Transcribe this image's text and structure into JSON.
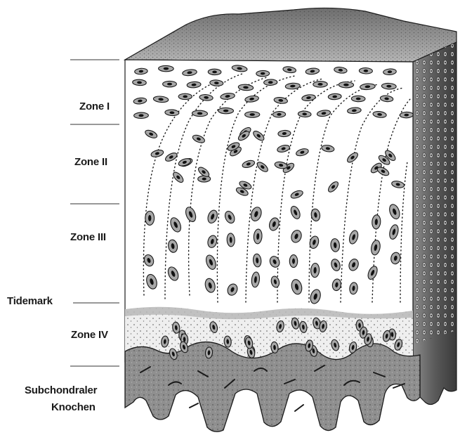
{
  "labels": {
    "zone1": "Zone I",
    "zone2": "Zone II",
    "zone3": "Zone III",
    "tidemark": "Tidemark",
    "zone4": "Zone IV",
    "bone_line1": "Subchondraler",
    "bone_line2": "Knochen"
  },
  "colors": {
    "cartilage": "#ffffff",
    "zone4_fill": "#ececec",
    "tidemark_band": "#b9b9b9",
    "bone_fill": "#8a8a8a",
    "side_face": "#6a6a6a",
    "top_face": "#9a9a9a",
    "cell_fill": "#a8a8a8",
    "nucleus": "#111111",
    "outline": "#1a1a1a"
  },
  "icons": [
    "chondrocyte-cell-icon",
    "collagen-fiber-icon",
    "bone-trabecula-icon"
  ]
}
